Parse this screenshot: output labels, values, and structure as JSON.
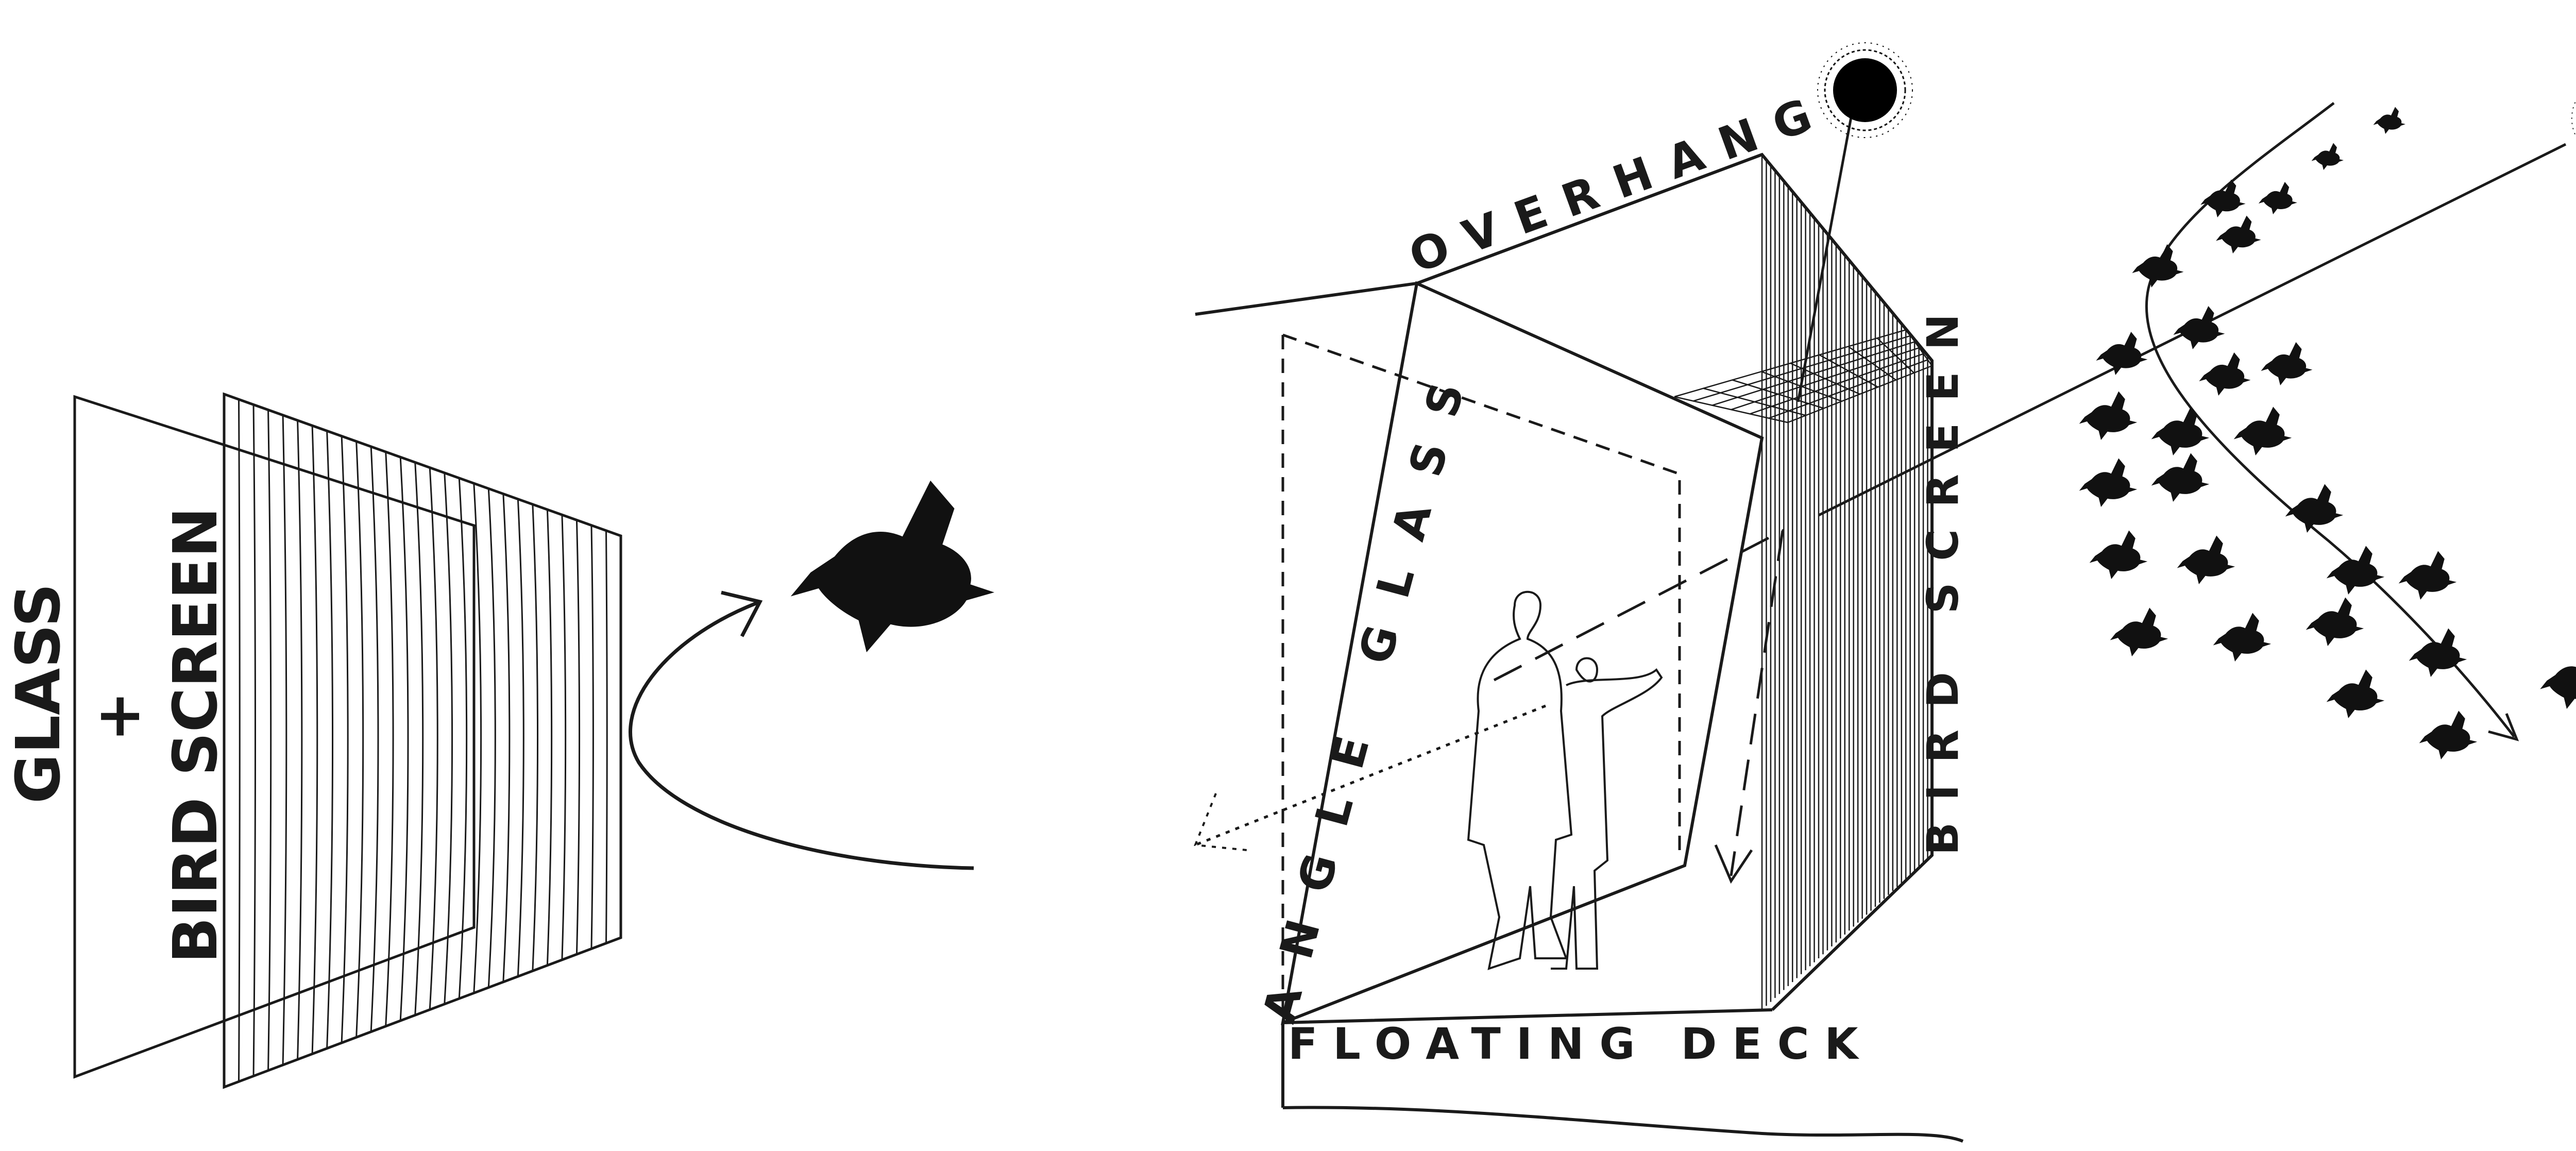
{
  "left_panel": {
    "label_glass": "GLASS",
    "label_plus": "+",
    "label_bird_screen": "BIRD SCREEN"
  },
  "right_panel": {
    "label_overhang": "OVERHANG",
    "label_angled_glass": "ANGLE GLASS",
    "label_bird_screen": "BIRD SCREEN",
    "label_floating_deck": "FLOATING DECK"
  },
  "colors": {
    "ink": "#1a1a1a",
    "background": "#ffffff"
  },
  "icons": [
    "bird-icon",
    "sun-icon",
    "human-figures-icon",
    "bird-flock-icon"
  ]
}
